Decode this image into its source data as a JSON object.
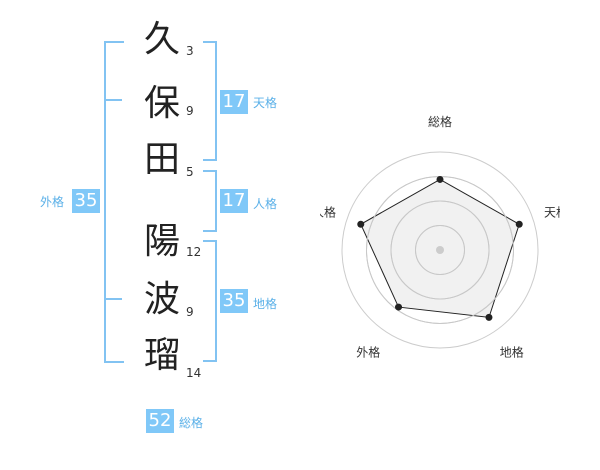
{
  "name": {
    "chars": [
      "久",
      "保",
      "田",
      "陽",
      "波",
      "瑠"
    ],
    "strokes": [
      "3",
      "9",
      "5",
      "12",
      "9",
      "14"
    ]
  },
  "fortunes": {
    "tenkaku": {
      "value": "17",
      "label": "天格"
    },
    "jinkaku": {
      "value": "17",
      "label": "人格"
    },
    "chikaku": {
      "value": "35",
      "label": "地格"
    },
    "gaikaku": {
      "value": "35",
      "label": "外格"
    },
    "soukaku": {
      "value": "52",
      "label": "総格"
    }
  },
  "colors": {
    "accent": "#80c8f8",
    "bracket": "#82c3f2",
    "label": "#5ab0e8"
  },
  "chart_data": {
    "type": "radar",
    "axes": [
      "総格",
      "天格",
      "地格",
      "外格",
      "人格"
    ],
    "values": [
      0.72,
      0.85,
      0.85,
      0.72,
      0.85
    ],
    "rings": 4,
    "grid": true
  }
}
